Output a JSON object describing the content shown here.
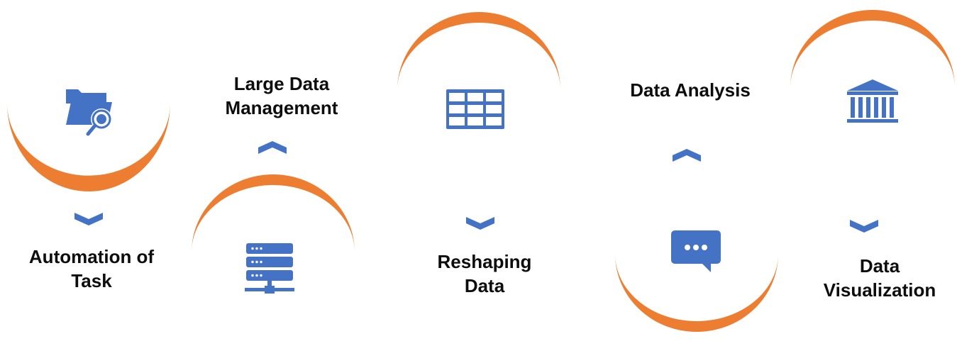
{
  "colors": {
    "arc": "#ed7d31",
    "icon": "#4472c4",
    "text": "#0d0d0d"
  },
  "steps": [
    {
      "label": "Automation of\nTask",
      "icon": "folder-search-icon",
      "arc": "bottom",
      "chevron": "down"
    },
    {
      "label": "Large Data\nManagement",
      "icon": "server-icon",
      "arc": "top",
      "chevron": "up"
    },
    {
      "label": "Reshaping\nData",
      "icon": "table-icon",
      "arc": "top",
      "chevron": "down"
    },
    {
      "label": "Data Analysis",
      "icon": "chat-bubble-icon",
      "arc": "bottom",
      "chevron": "up"
    },
    {
      "label": "Data\nVisualization",
      "icon": "bank-icon",
      "arc": "top",
      "chevron": "down"
    }
  ]
}
